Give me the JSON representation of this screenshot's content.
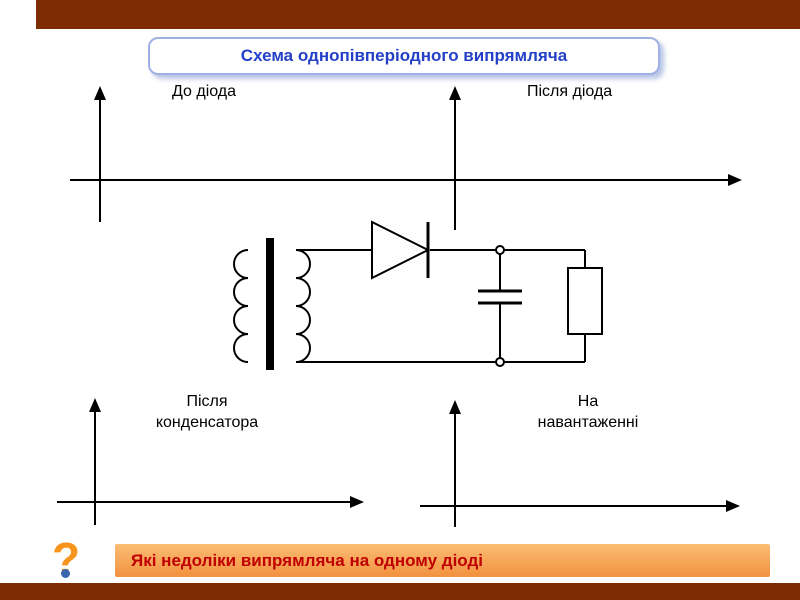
{
  "slide": {
    "title": "Схема однопівперіодного випрямляча",
    "question": "Які недоліки випрямляча на одному діоді",
    "question_mark": "?"
  },
  "graphs": {
    "top_left": {
      "label": "До діода"
    },
    "top_right": {
      "label": "Після діода"
    },
    "bottom_left": {
      "line1": "Після",
      "line2": "конденсатора"
    },
    "bottom_right": {
      "line1": "На",
      "line2": "навантаженні"
    }
  },
  "circuit": {
    "components": [
      "transformer",
      "diode",
      "capacitor",
      "load-resistor"
    ]
  },
  "colors": {
    "band": "#7D2C03",
    "title_text": "#2440C8",
    "title_border": "#9FB1E4",
    "banner_top": "#FBBD74",
    "banner_bottom": "#F29140",
    "banner_text": "#C00000",
    "question_mark": "#F7941D"
  }
}
